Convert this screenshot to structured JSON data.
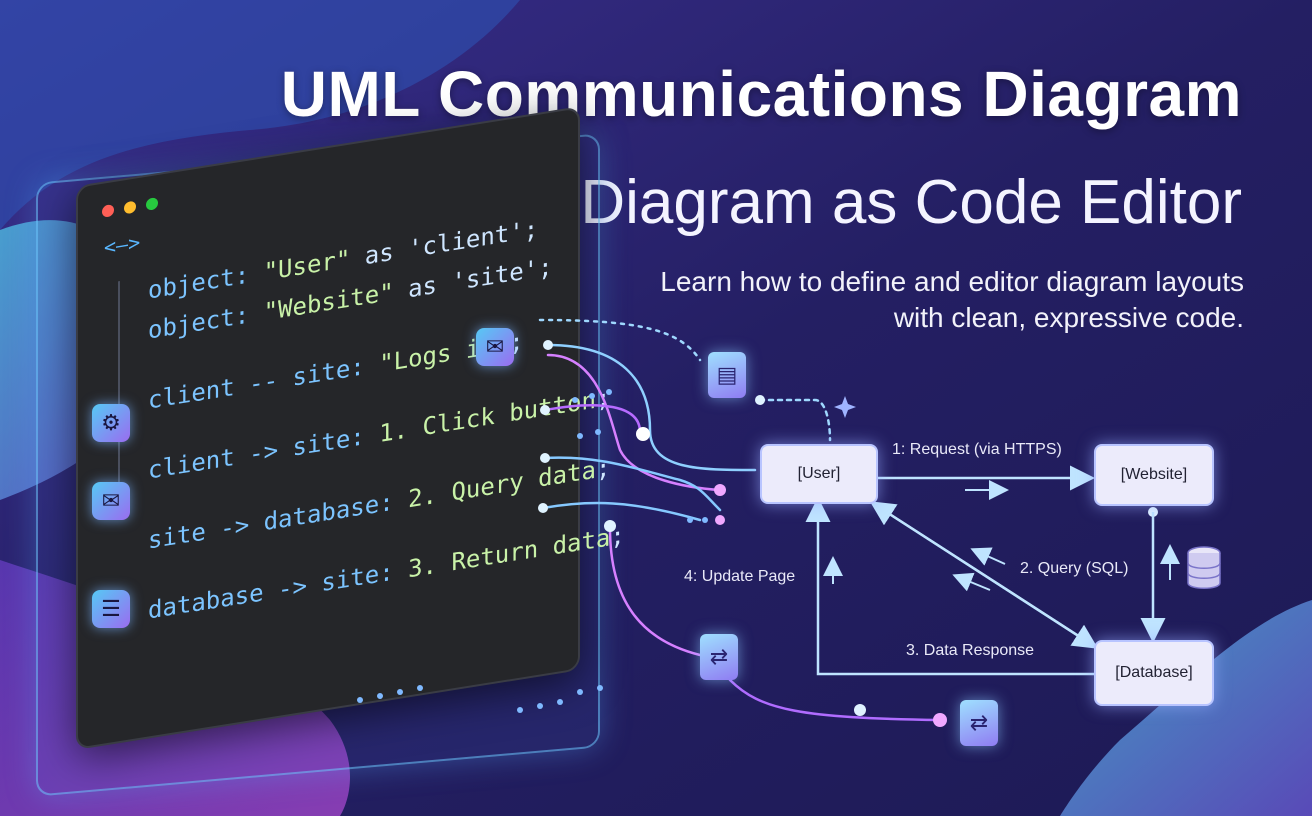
{
  "header": {
    "title": "UML Communications Diagram",
    "subtitle": "- Diagram as Code Editor",
    "tagline": "Learn how to define and editor diagram layouts with clean, expressive code."
  },
  "editor": {
    "tab_icon": "<—>",
    "lines": [
      {
        "kw": "object: ",
        "str": "\"User\"",
        "rest": " as 'client';"
      },
      {
        "kw": "object: ",
        "str": "\"Website\"",
        "rest": " as 'site';"
      },
      {
        "kw": "client -- site: ",
        "str": "\"Logs in\"",
        "rest": ";"
      },
      {
        "kw": "client -> site: ",
        "str": "1. Click button",
        "rest": ";"
      },
      {
        "kw": "site -> database: ",
        "str": "2. Query data",
        "rest": ";"
      },
      {
        "kw": "database -> site: ",
        "str": "3. Return data",
        "rest": ";"
      }
    ],
    "side_icons": [
      "gear-icon",
      "mail-icon",
      "database-icon"
    ]
  },
  "diagram": {
    "nodes": {
      "user": "[User]",
      "website": "[Website]",
      "database": "[Database]"
    },
    "edges": {
      "request": "1: Request (via HTTPS)",
      "query": "2. Query (SQL)",
      "response": "3. Data Response",
      "update": "4: Update Page"
    }
  },
  "colors": {
    "accent_cyan": "#7fd8ff",
    "accent_magenta": "#d66bff",
    "node_fill": "#ecebfb",
    "editor_bg": "#252629"
  }
}
